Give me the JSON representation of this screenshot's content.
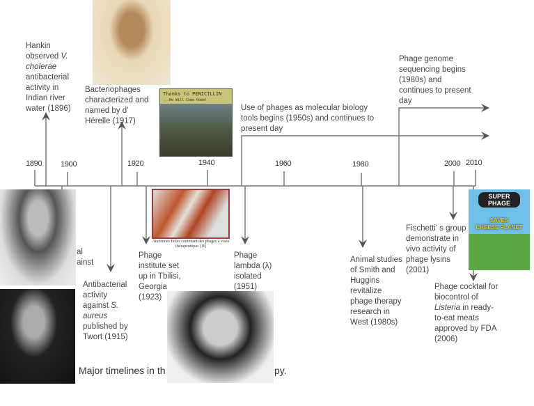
{
  "years": [
    "1890",
    "1900",
    "1920",
    "1940",
    "1960",
    "1980",
    "2000",
    "2010"
  ],
  "events": {
    "hankin": {
      "pre": "Hankin observed ",
      "italic": "V. cholerae",
      "post": " antibacterial activity in Indian river water (1896)"
    },
    "herelle": {
      "text": "Bacteriophages characterized and named by d’ Hérelle (1917)"
    },
    "molbio": {
      "text": "Use of phages as molecular biology tools begins (1950s) and continues to present day"
    },
    "genome": {
      "text": "Phage genome sequencing begins (1980s) and continues to present day"
    },
    "twort": {
      "pre": "Antibacterial activity against ",
      "italic": "S. aureus",
      "post": " published by Twort (1915)"
    },
    "tbilisi": {
      "text": "Phage institute set up in Tbilisi, Georgia (1923)"
    },
    "lambda": {
      "text": "Phage lambda (λ) isolated (1951)"
    },
    "smith": {
      "text": "Animal studies of Smith and Huggins revitalize phage therapy research in West (1980s)"
    },
    "fischetti": {
      "text": "Fischetti’ s group demonstrate in vivo activity of phage lysins (2001)"
    },
    "listeria": {
      "pre": "Phage cocktail for biocontrol of ",
      "italic": "Listeria",
      "post": " in ready-to-eat meats approved by FDA (2006)"
    },
    "hidden_fragment_1": "al",
    "hidden_fragment_2": "ainst"
  },
  "images": {
    "poster": {
      "line1": "Thanks to PENICILLIN",
      "line2": "...He Will Come Home!"
    },
    "vials_caption": "Anciennes fioles contenant des phages à visée thérapeutique. [B]",
    "superphage": {
      "line1": "SUPER",
      "line2": "PHAGE",
      "line3": "SAVES",
      "line4": "CHEESE PLANET"
    }
  },
  "caption": {
    "left": "Major timelines in th",
    "right": "py."
  },
  "colors": {
    "line": "#6b6b6b",
    "text": "#454545"
  }
}
